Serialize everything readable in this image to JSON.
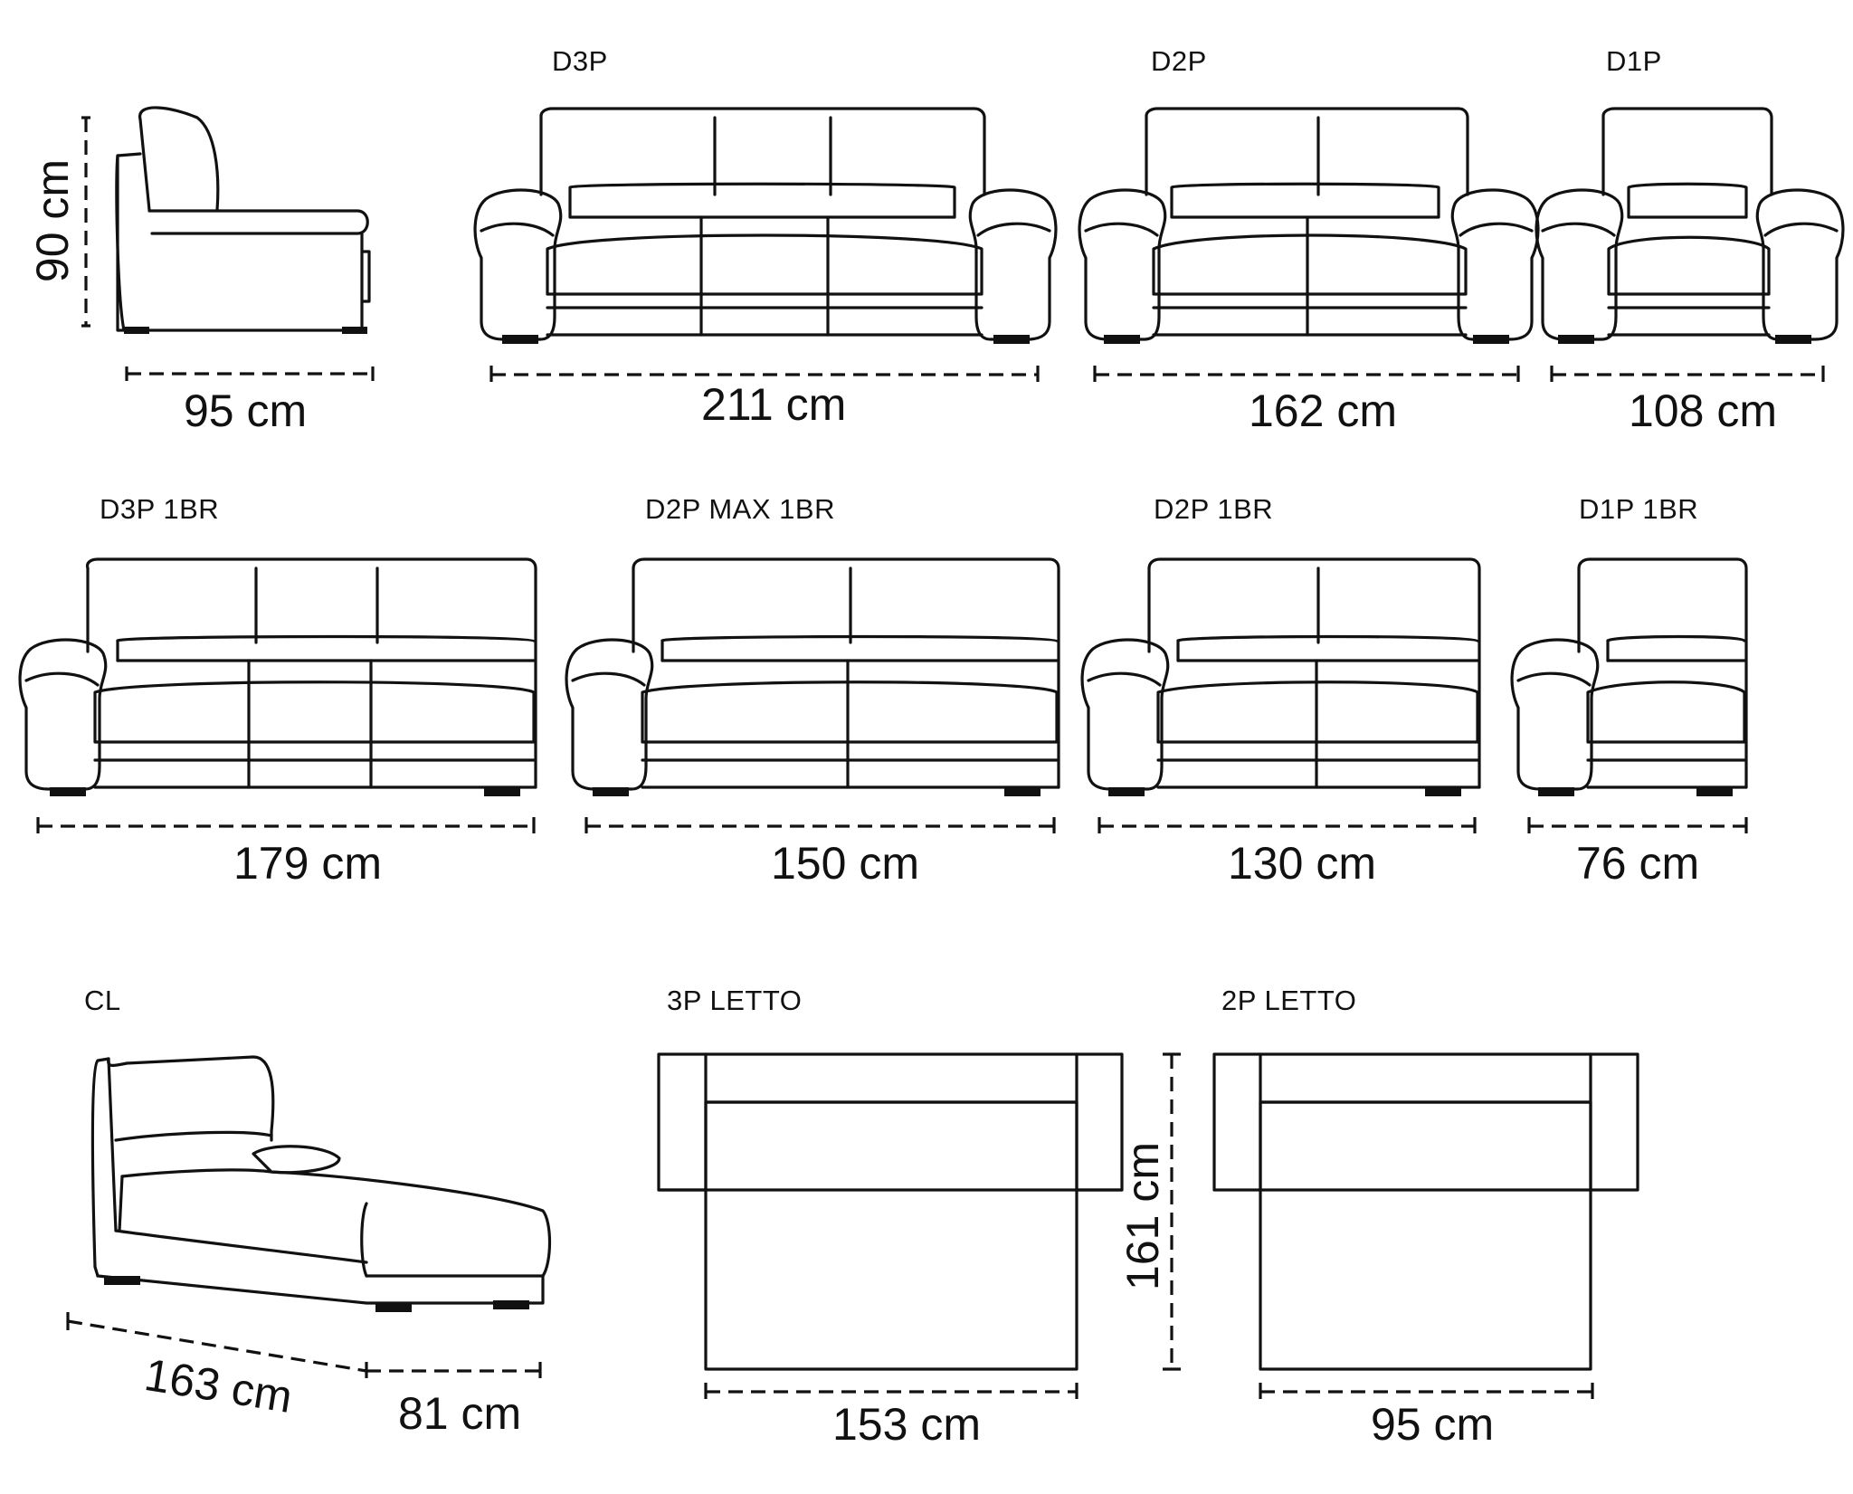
{
  "colors": {
    "line": "#111111",
    "background": "#ffffff"
  },
  "models": {
    "side": {
      "height": "90 cm",
      "depth": "95 cm"
    },
    "d3p": {
      "code": "D3P",
      "width": "211 cm"
    },
    "d2p": {
      "code": "D2P",
      "width": "162 cm"
    },
    "d1p": {
      "code": "D1P",
      "width": "108 cm"
    },
    "d3p_1br": {
      "code": "D3P 1BR",
      "width": "179 cm"
    },
    "d2p_max_1br": {
      "code": "D2P MAX 1BR",
      "width": "150 cm"
    },
    "d2p_1br": {
      "code": "D2P 1BR",
      "width": "130 cm"
    },
    "d1p_1br": {
      "code": "D1P 1BR",
      "width": "76 cm"
    },
    "cl": {
      "code": "CL",
      "length": "163 cm",
      "width": "81 cm"
    },
    "letto3": {
      "code": "3P LETTO",
      "width": "153 cm",
      "length": "161 cm"
    },
    "letto2": {
      "code": "2P LETTO",
      "width": "95 cm"
    }
  }
}
